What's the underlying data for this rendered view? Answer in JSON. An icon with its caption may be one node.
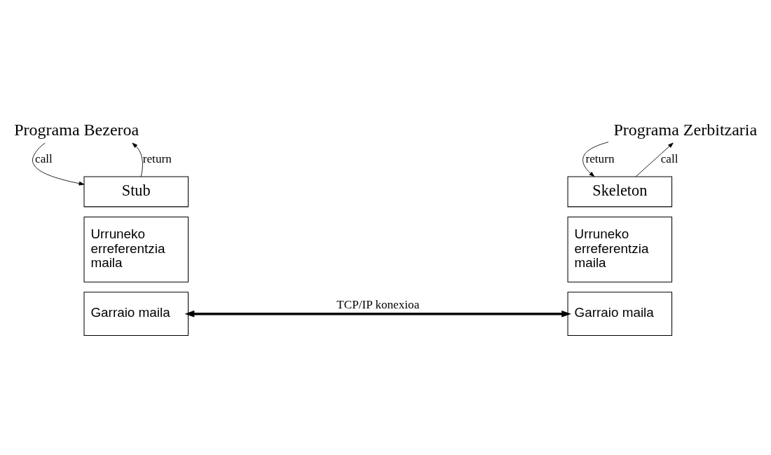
{
  "diagram": {
    "nodes": [
      {
        "text": [
          "Programa Bezeroa"
        ]
      },
      {
        "text": [
          "Programa Zerbitzaria"
        ]
      },
      {
        "text": [
          "Stub"
        ]
      },
      {
        "text": [
          "Urruneko erreferentzia maila"
        ]
      },
      {
        "text": [
          "Garraio maila"
        ]
      },
      {
        "text": [
          "Skeleton"
        ]
      },
      {
        "text": [
          "Urruneko erreferentzia maila"
        ]
      },
      {
        "text": [
          "Garraio maila"
        ]
      }
    ],
    "edges": [
      {
        "from": 0,
        "to": 2,
        "arrow": "to",
        "label": "call"
      },
      {
        "from": 2,
        "to": 0,
        "arrow": "to",
        "label": "return"
      },
      {
        "from": 5,
        "to": 1,
        "arrow": "to",
        "label": "call"
      },
      {
        "from": 1,
        "to": 5,
        "arrow": "to",
        "label": "return"
      },
      {
        "from": 4,
        "to": 7,
        "arrow": "both",
        "style": "thick",
        "label": "TCP/IP konexioa"
      }
    ]
  }
}
